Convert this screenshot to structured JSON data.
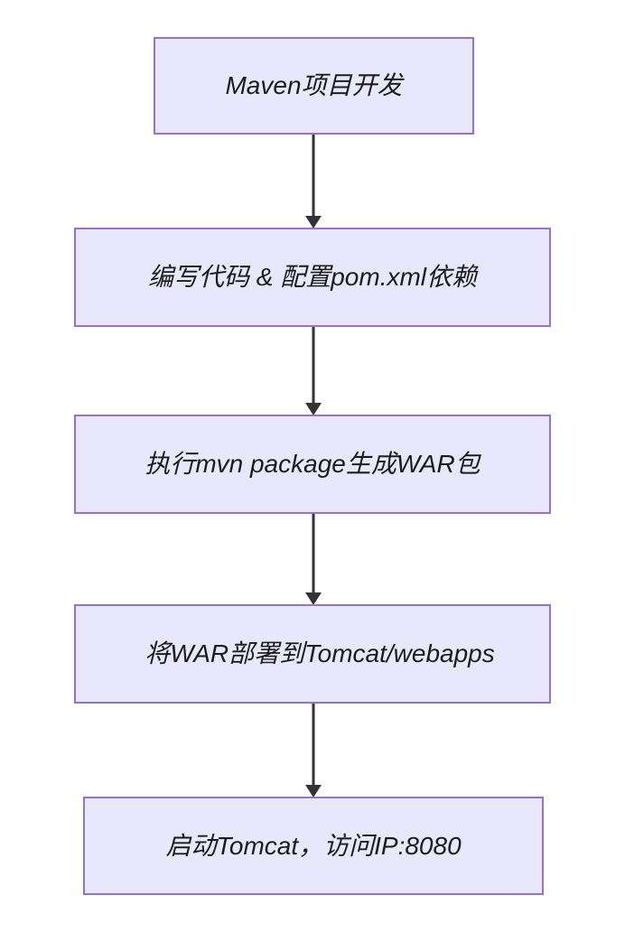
{
  "diagram": {
    "type": "flowchart",
    "direction": "top-to-bottom",
    "theme": {
      "node_fill": "#e9e7fb",
      "node_border": "#9370db",
      "node_text": "#1c1c1c",
      "edge_color": "#333333",
      "background": "#ffffff"
    },
    "nodes": [
      {
        "id": "n1",
        "label": "Maven项目开发"
      },
      {
        "id": "n2",
        "label": "编写代码 & 配置pom.xml依赖"
      },
      {
        "id": "n3",
        "label": "执行mvn package生成WAR包"
      },
      {
        "id": "n4",
        "label": "将WAR部署到Tomcat/webapps"
      },
      {
        "id": "n5",
        "label": "启动Tomcat，访问IP:8080"
      }
    ],
    "edges": [
      {
        "id": "e1",
        "from": "n1",
        "to": "n2",
        "arrow": "arrow-down-icon",
        "label": ""
      },
      {
        "id": "e2",
        "from": "n2",
        "to": "n3",
        "arrow": "arrow-down-icon",
        "label": ""
      },
      {
        "id": "e3",
        "from": "n3",
        "to": "n4",
        "arrow": "arrow-down-icon",
        "label": ""
      },
      {
        "id": "e4",
        "from": "n4",
        "to": "n5",
        "arrow": "arrow-down-icon",
        "label": ""
      }
    ]
  }
}
